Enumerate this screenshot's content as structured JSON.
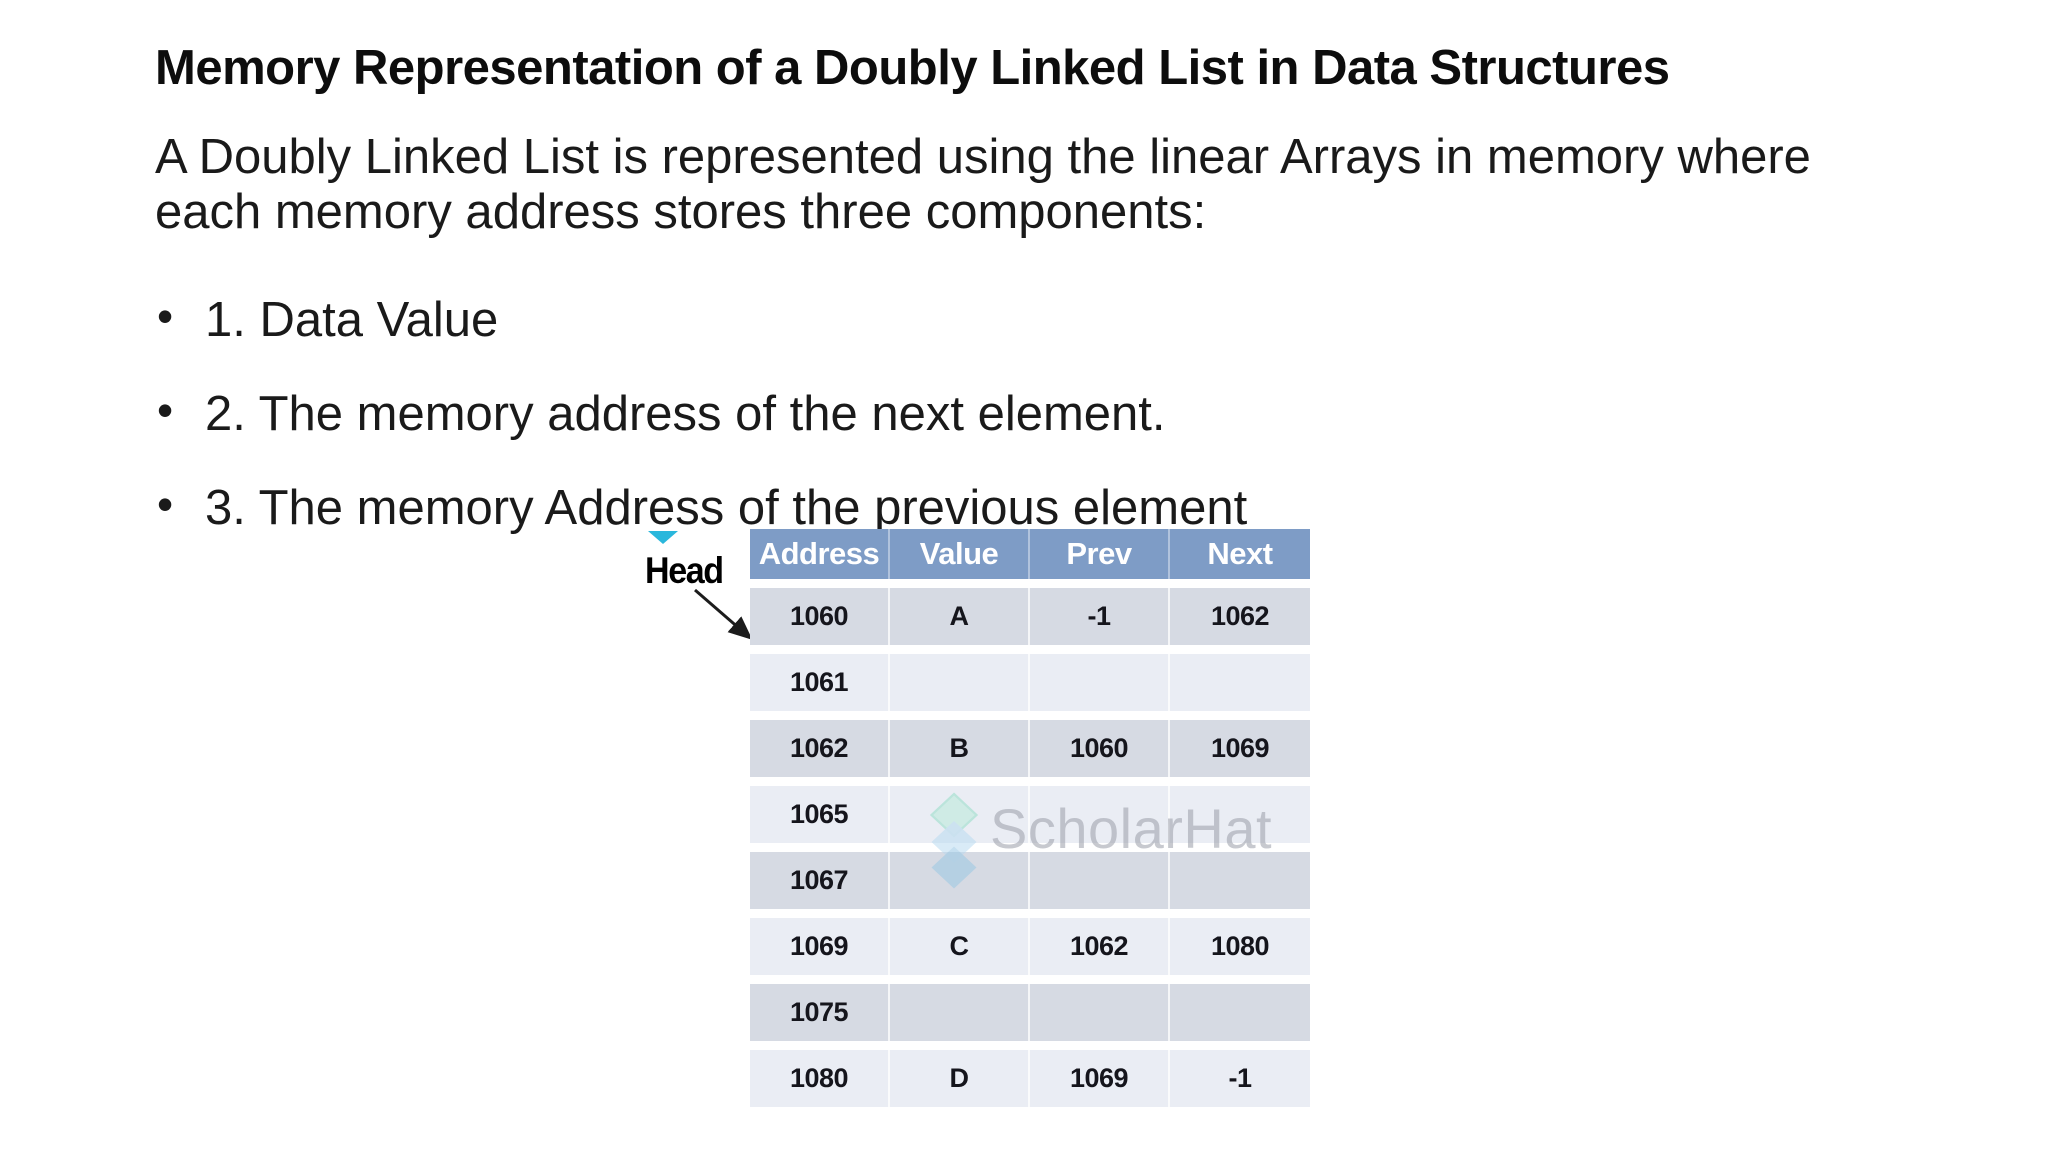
{
  "title": "Memory Representation of a Doubly Linked List in Data Structures",
  "intro": "A Doubly Linked List is represented using the linear Arrays in memory where each memory address stores three components:",
  "bullets": [
    "1. Data Value",
    "2. The memory address of the next element.",
    "3. The memory Address of the previous element"
  ],
  "figure": {
    "head_label": "Head",
    "watermark": "ScholarHat",
    "table": {
      "columns": [
        "Address",
        "Value",
        "Prev",
        "Next"
      ],
      "rows": [
        {
          "address": "1060",
          "value": "A",
          "prev": "-1",
          "next": "1062"
        },
        {
          "address": "1061",
          "value": "",
          "prev": "",
          "next": ""
        },
        {
          "address": "1062",
          "value": "B",
          "prev": "1060",
          "next": "1069"
        },
        {
          "address": "1065",
          "value": "",
          "prev": "",
          "next": ""
        },
        {
          "address": "1067",
          "value": "",
          "prev": "",
          "next": ""
        },
        {
          "address": "1069",
          "value": "C",
          "prev": "1062",
          "next": "1080"
        },
        {
          "address": "1075",
          "value": "",
          "prev": "",
          "next": ""
        },
        {
          "address": "1080",
          "value": "D",
          "prev": "1069",
          "next": "-1"
        }
      ]
    },
    "colors": {
      "header_bg": "#7e9cc6",
      "row_dark": "#d6dae3",
      "row_light": "#eaedf4",
      "marker_cyan": "#2ab7dc",
      "watermark_gray": "#9fa3ad"
    }
  }
}
